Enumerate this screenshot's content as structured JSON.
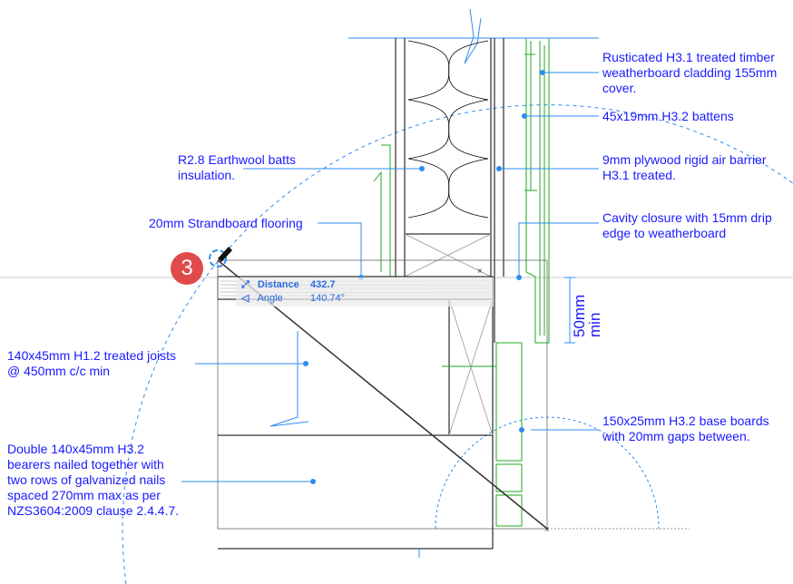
{
  "badge": {
    "number": "3",
    "color": "#e14a4a"
  },
  "measure_tooltip": {
    "distance_label": "Distance",
    "distance_value": "432.7",
    "angle_label": "Angle",
    "angle_value": "140.74°"
  },
  "dimension": {
    "line1": "50mm",
    "line2": "min"
  },
  "colors": {
    "annotation": "#1a1aff",
    "guide": "#2d8cf0",
    "timber": "#22aa22"
  },
  "labels": {
    "weatherboard": [
      "Rusticated H3.1 treated timber",
      "weatherboard cladding 155mm",
      "cover."
    ],
    "battens": [
      "45x19mm H3.2 battens"
    ],
    "plywood": [
      "9mm plywood rigid air barrier",
      "H3.1 treated."
    ],
    "cavity": [
      "Cavity closure with 15mm drip",
      "edge to weatherboard"
    ],
    "insulation": [
      "R2.8 Earthwool batts",
      "insulation."
    ],
    "flooring": [
      "20mm Strandboard flooring"
    ],
    "joists": [
      "140x45mm H1.2 treated joists",
      "@ 450mm c/c min"
    ],
    "baseboards": [
      "150x25mm H3.2 base boards",
      "with 20mm gaps between."
    ],
    "bearers": [
      "Double 140x45mm H3.2",
      "bearers nailed together with",
      "two rows of galvanized nails",
      "spaced 270mm max as per",
      "NZS3604:2009 clause 2.4.4.7."
    ]
  }
}
